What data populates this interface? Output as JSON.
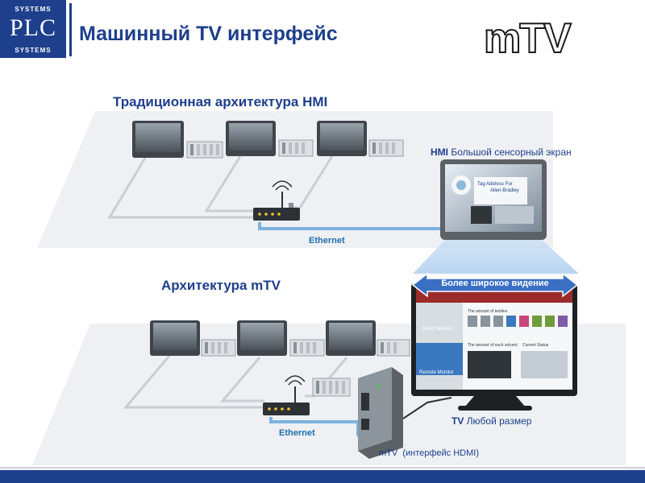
{
  "header": {
    "logo_top": "SYSTEMS",
    "logo_main": "PLC",
    "logo_bottom": "SYSTEMS",
    "title": "Машинный TV интерфейс",
    "brand": "mTV"
  },
  "traditional": {
    "heading": "Традиционная архитектура HMI",
    "ethernet_label": "Ethernet",
    "hmi_caption_bold": "HMI",
    "hmi_caption_rest": " Большой сенсорный экран",
    "hmi_screen_text_1": "Tag Address For",
    "hmi_screen_text_2": "Allen-Bradley"
  },
  "mtv": {
    "heading": "Архитектура mTV",
    "arrow_label": "Более широкое видение",
    "ethernet_label": "Ethernet",
    "tv_caption_bold": "TV",
    "tv_caption_rest": " Любой размер",
    "device_caption": "mTV  (интерфейс HDMI)",
    "tv_menu_1": "Direct Monitor",
    "tv_menu_2": "Remote Monitor",
    "tv_panel_1": "The amount of textiles",
    "tv_panel_2": "The amount of each solvent",
    "tv_panel_3": "Current Status"
  },
  "colors": {
    "brand_blue": "#1e3f8c",
    "ethernet_blue": "#1e6fae",
    "arrow_blue": "#3a6fc4"
  }
}
